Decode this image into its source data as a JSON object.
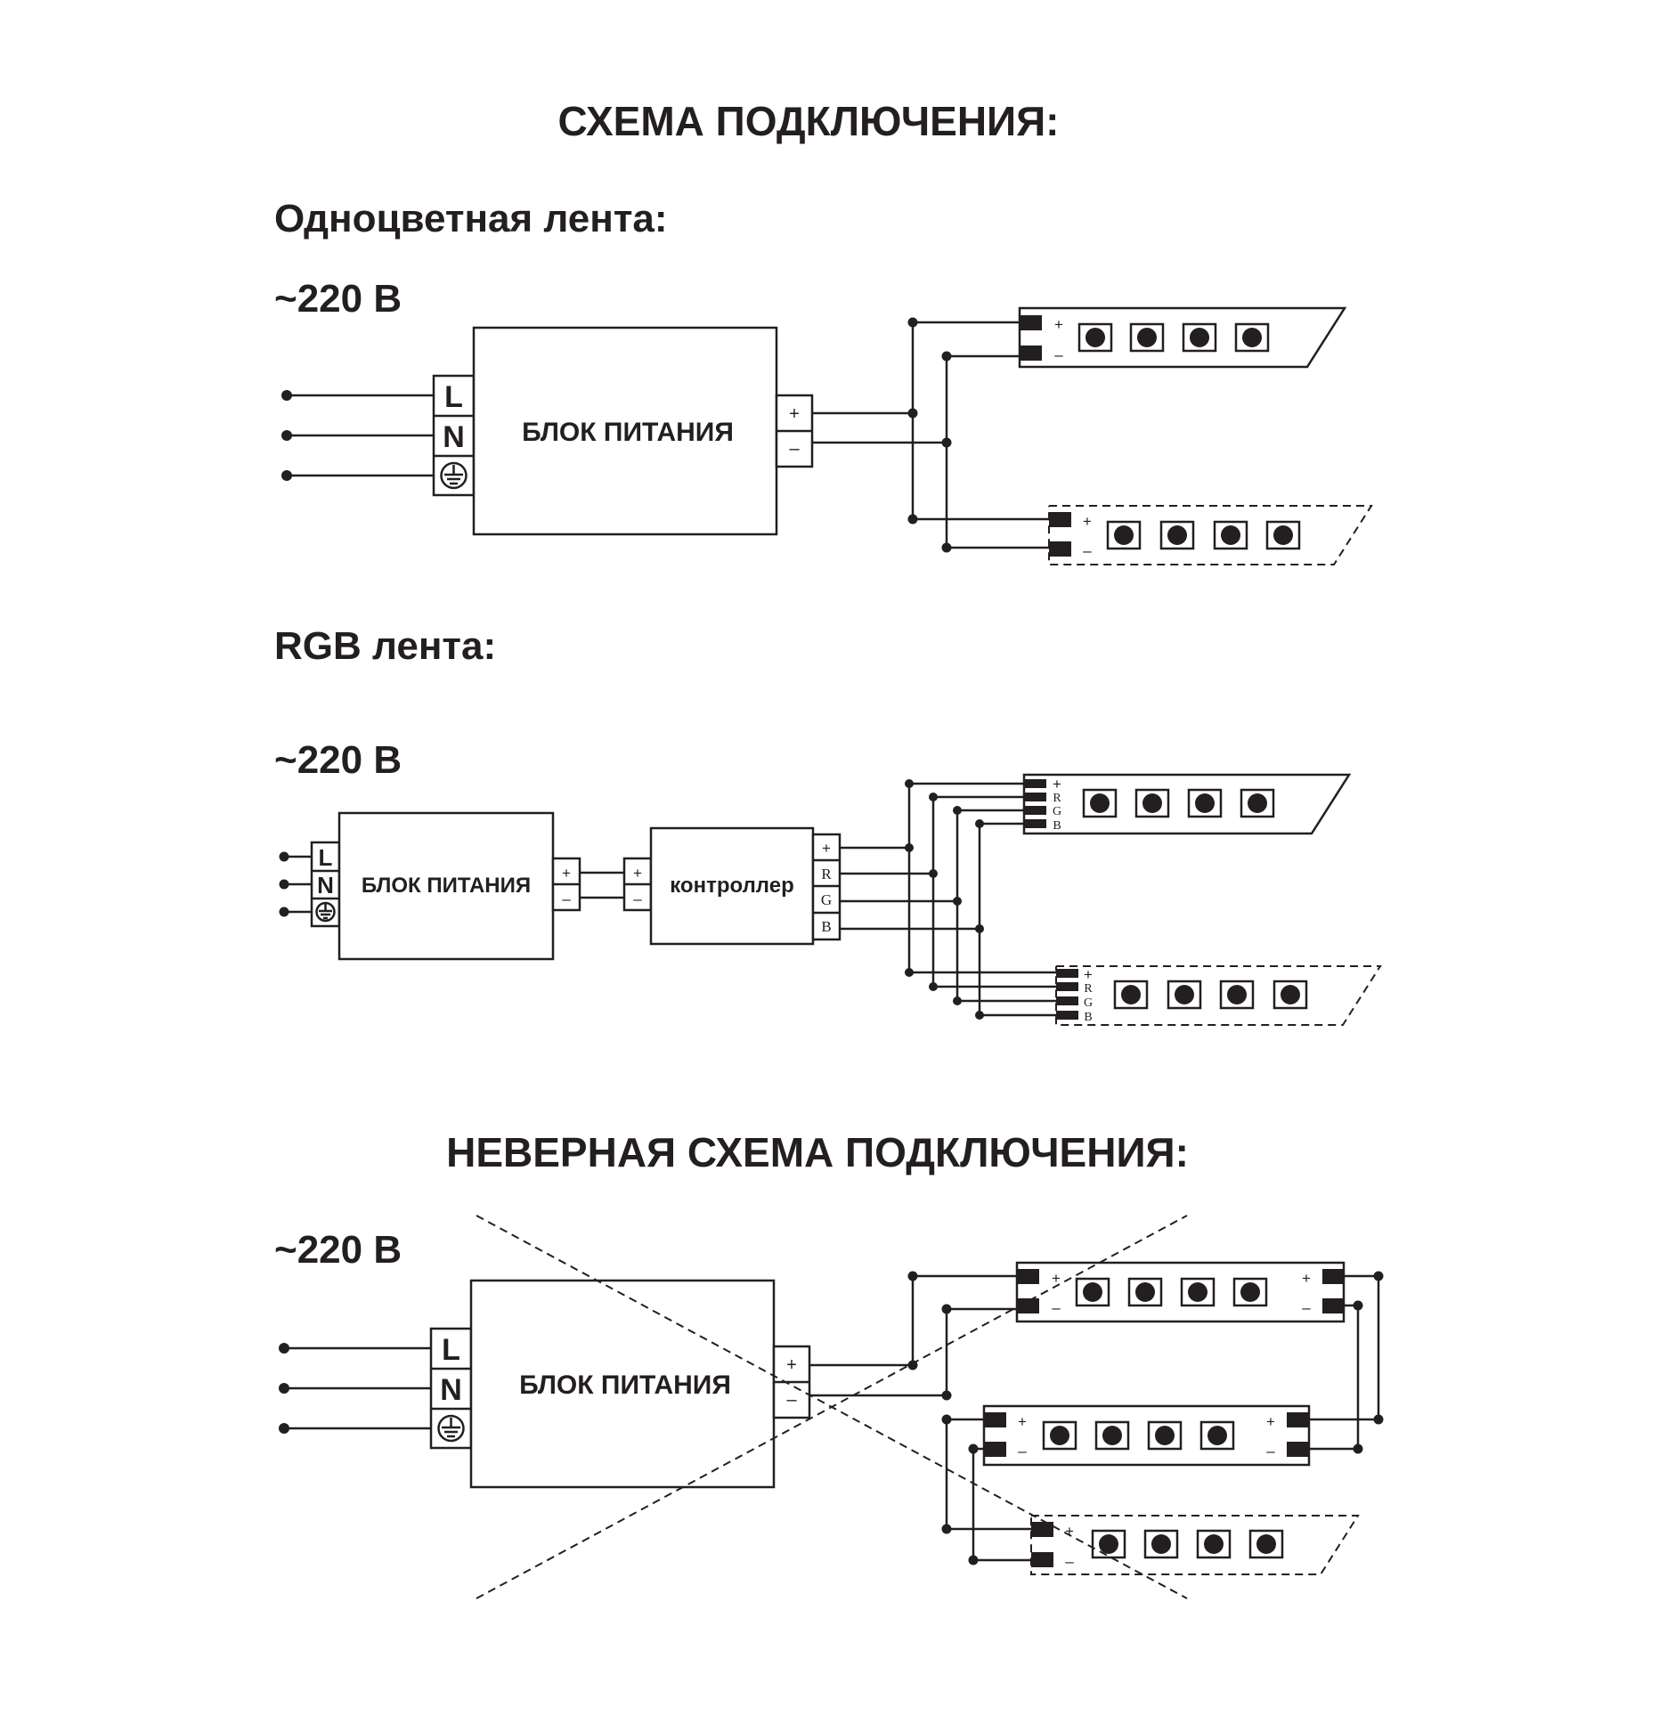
{
  "title": "СХЕМА ПОДКЛЮЧЕНИЯ:",
  "single": {
    "heading": "Одноцветная лента:",
    "voltage": "~220 В",
    "psu_label": "БЛОК ПИТАНИЯ",
    "input_terminals": [
      "L",
      "N"
    ],
    "output_terminals": [
      "+",
      "–"
    ],
    "strip_terminals": [
      "+",
      "–"
    ]
  },
  "rgb": {
    "heading": "RGB лента:",
    "voltage": "~220 В",
    "psu_label": "БЛОК ПИТАНИЯ",
    "controller_label": "контроллер",
    "input_terminals": [
      "L",
      "N"
    ],
    "psu_out": [
      "+",
      "–"
    ],
    "controller_in": [
      "+",
      "–"
    ],
    "controller_out": [
      "+",
      "R",
      "G",
      "B"
    ],
    "strip_terminals": [
      "+",
      "R",
      "G",
      "B"
    ]
  },
  "wrong": {
    "heading": "НЕВЕРНАЯ СХЕМА ПОДКЛЮЧЕНИЯ:",
    "voltage": "~220 В",
    "psu_label": "БЛОК ПИТАНИЯ",
    "input_terminals": [
      "L",
      "N"
    ],
    "output_terminals": [
      "+",
      "–"
    ],
    "strip_terminals": [
      "+",
      "–"
    ]
  },
  "icons": [
    "ground-icon",
    "led-icon",
    "wire-junction-icon"
  ],
  "colors": {
    "ink": "#231f20",
    "background": "#ffffff"
  }
}
